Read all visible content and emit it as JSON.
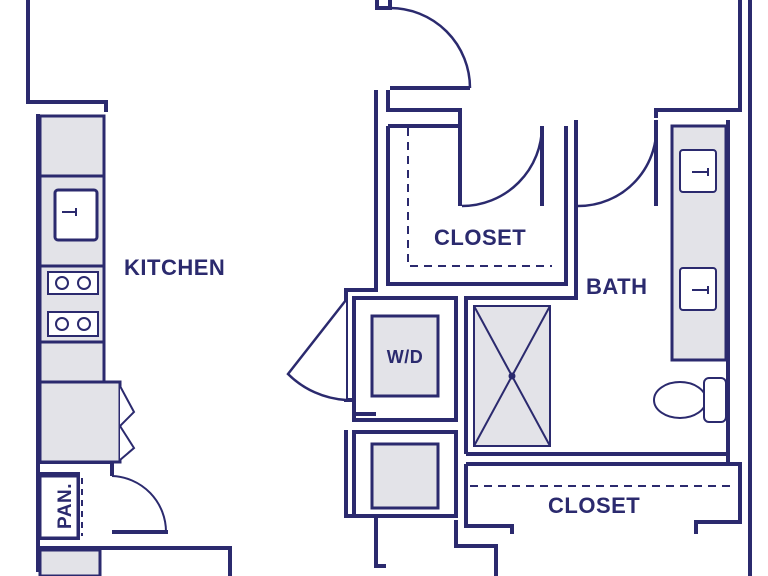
{
  "labels": {
    "kitchen": "KITCHEN",
    "closet_upper": "CLOSET",
    "bath": "BATH",
    "washer_dryer": "W/D",
    "closet_lower": "CLOSET",
    "pantry": "PAN."
  },
  "colors": {
    "wall": "#2b2a6e",
    "fill": "#e3e3e8",
    "background": "#ffffff"
  }
}
